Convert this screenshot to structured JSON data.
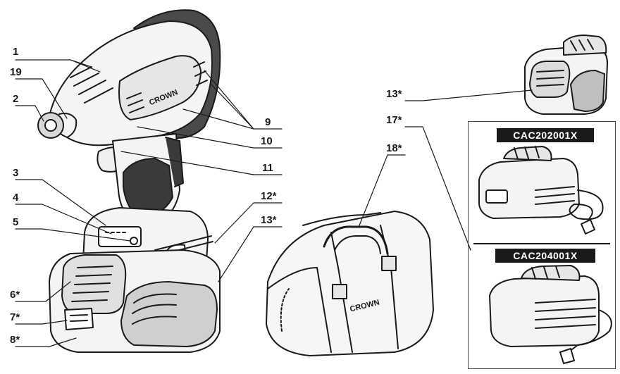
{
  "labels": {
    "l1": "1",
    "l19": "19",
    "l2": "2",
    "l3": "3",
    "l4": "4",
    "l5": "5",
    "l6": "6*",
    "l7": "7*",
    "l8": "8*",
    "l9": "9",
    "l10": "10",
    "l11": "11",
    "l12": "12*",
    "l13a": "13*",
    "l13b": "13*",
    "l17": "17*",
    "l18": "18*"
  },
  "brand": {
    "tool_logo": "CROWN",
    "bag_logo": "CROWN"
  },
  "chargers": {
    "model_a": "CAC202001X",
    "model_b": "CAC204001X"
  },
  "colors": {
    "line": "#1a1a1a",
    "grip": "#3a3a3a",
    "label_bg": "#1a1a1a"
  }
}
